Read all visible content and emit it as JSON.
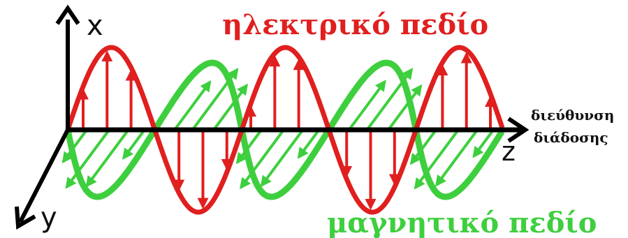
{
  "labels": {
    "electric_field": "ηλεκτρικό πεδίο",
    "magnetic_field": "μαγνητικό πεδίο",
    "propagation_line1": "διεύθυνση",
    "propagation_line2": "διάδοσης",
    "axis_x": "x",
    "axis_y": "y",
    "axis_z": "z"
  },
  "colors": {
    "electric": "#e01f1f",
    "magnetic": "#3ecf3e",
    "axis": "#000000"
  }
}
